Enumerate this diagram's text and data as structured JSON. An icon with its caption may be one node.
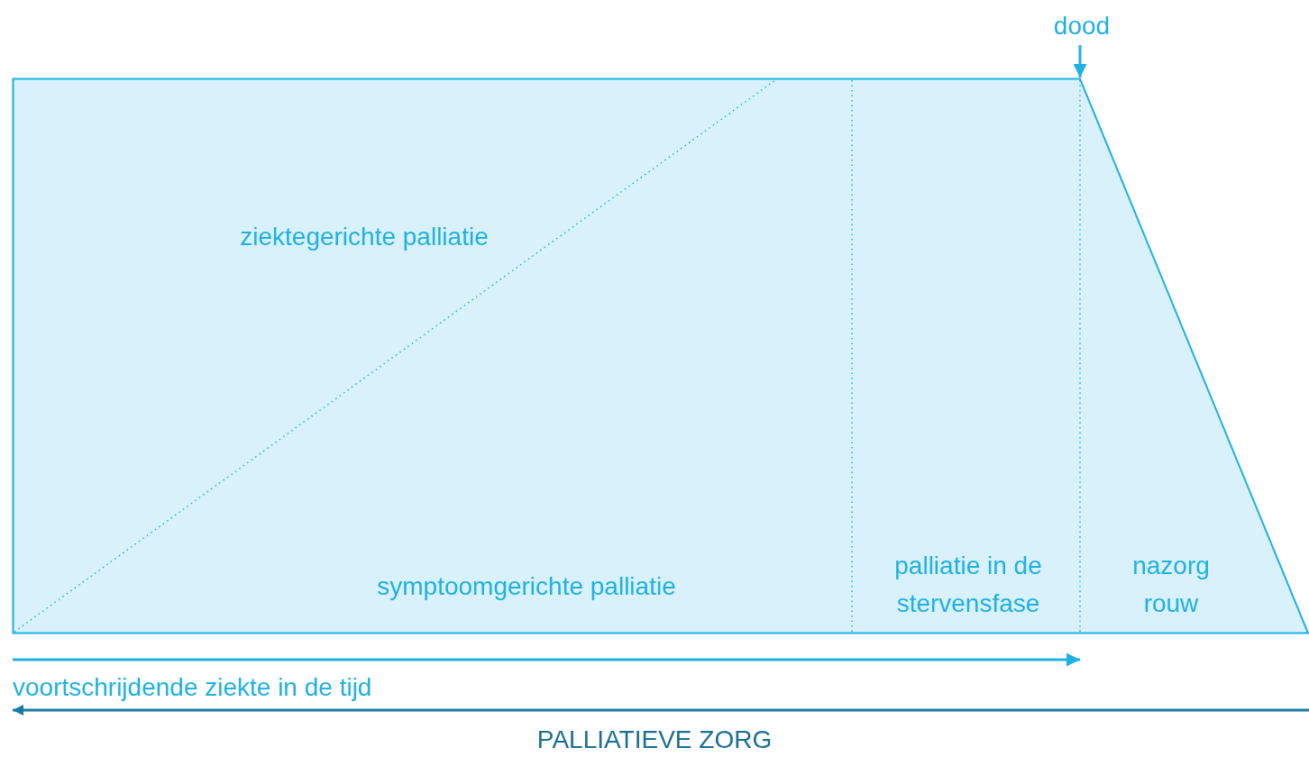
{
  "diagram": {
    "nodes": [
      {
        "text": [
          "dood"
        ]
      },
      {
        "text": [
          "ziektegerichte palliatie",
          "symptoomgerichte palliatie",
          "palliatie in de stervensfase",
          "nazorg rouw"
        ]
      }
    ],
    "edges": [
      {
        "from": 0,
        "to": 1,
        "arrow": "to"
      }
    ],
    "labels": [
      "voortschrijdende ziekte in de tijd",
      "PALLIATIEVE ZORG"
    ]
  }
}
